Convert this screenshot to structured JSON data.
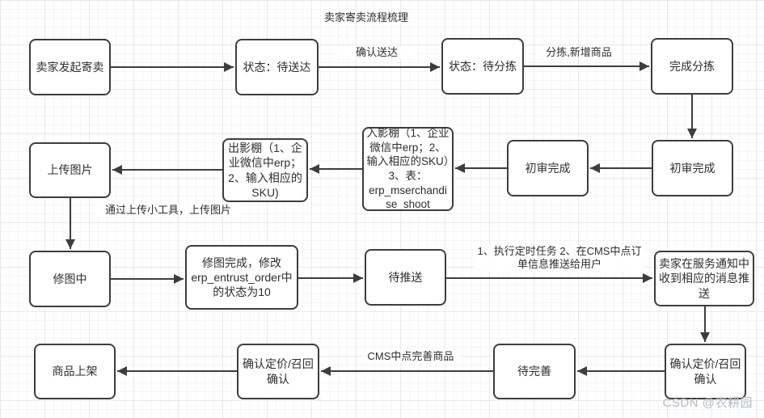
{
  "title": "卖家寄卖流程梳理",
  "watermark": "CSDN @农耕园",
  "nodes": {
    "seller_initiate": {
      "label": "卖家发起寄卖"
    },
    "status_to_deliver": {
      "label": "状态：待送达"
    },
    "status_to_sort": {
      "label": "状态：待分拣"
    },
    "sort_complete": {
      "label": "完成分拣"
    },
    "upload_image": {
      "label": "上传图片"
    },
    "studio_out": {
      "label": "出影棚（1、企业微信中erp；2、输入相应的SKU)"
    },
    "studio_in": {
      "label": "入影棚（1、企业微信中erp；2、输入相应的SKU）3、表：erp_mserchandise_shoot"
    },
    "first_review_a": {
      "label": "初审完成"
    },
    "first_review_b": {
      "label": "初审完成"
    },
    "retouching": {
      "label": "修图中"
    },
    "retouch_done": {
      "label": "修图完成，修改erp_entrust_order中的状态为10"
    },
    "wait_push": {
      "label": "待推送"
    },
    "seller_notified": {
      "label": "卖家在服务通知中收到相应的消息推送"
    },
    "product_listed": {
      "label": "商品上架"
    },
    "confirm_price_a": {
      "label": "确认定价/召回确认"
    },
    "wait_complete": {
      "label": "待完善"
    },
    "confirm_price_b": {
      "label": "确认定价/召回确认"
    }
  },
  "edge_labels": {
    "confirm_delivery": "确认送达",
    "sort_add_product": "分拣,新增商品",
    "upload_via_tool": "通过上传小工具，上传图片",
    "push_to_user": "1、执行定时任务 2、在CMS中点订单信息推送给用户",
    "cms_complete_product": "CMS中点完善商品"
  }
}
